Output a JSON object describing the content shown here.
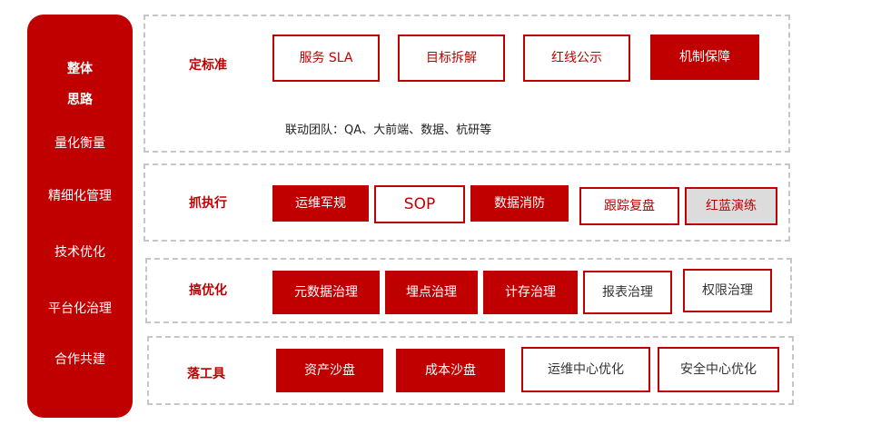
{
  "sidebar": {
    "title_line1": "整体",
    "title_line2": "思路",
    "items": [
      "量化衡量",
      "精细化管理",
      "技术优化",
      "平台化治理",
      "合作共建"
    ]
  },
  "rows": [
    {
      "label": "定标准",
      "items": [
        "服务 SLA",
        "目标拆解",
        "红线公示",
        "机制保障"
      ],
      "note": "联动团队：QA、大前端、数据、杭研等"
    },
    {
      "label": "抓执行",
      "items": [
        "运维军规",
        "SOP",
        "数据消防",
        "跟踪复盘",
        "红蓝演练"
      ]
    },
    {
      "label": "搞优化",
      "items": [
        "元数据治理",
        "埋点治理",
        "计存治理",
        "报表治理",
        "权限治理"
      ]
    },
    {
      "label": "落工具",
      "items": [
        "资产沙盘",
        "成本沙盘",
        "运维中心优化",
        "安全中心优化"
      ]
    }
  ],
  "colors": {
    "accent": "#c00000",
    "dashed_border": "#c6c6c6",
    "grey_fill": "#dcdcdc"
  }
}
